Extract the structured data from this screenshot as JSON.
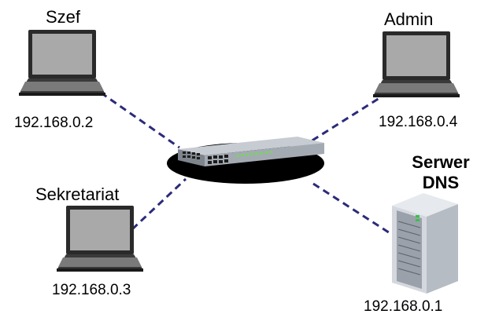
{
  "nodes": {
    "szef": {
      "name": "Szef",
      "ip": "192.168.0.2",
      "icon": "laptop-icon"
    },
    "admin": {
      "name": "Admin",
      "ip": "192.168.0.4",
      "icon": "laptop-icon"
    },
    "sekretariat": {
      "name": "Sekretariat",
      "ip": "192.168.0.3",
      "icon": "laptop-icon"
    },
    "server": {
      "name_line1": "Serwer",
      "name_line2": "DNS",
      "ip": "192.168.0.1",
      "icon": "server-tower-icon"
    }
  },
  "hub": {
    "icon": "network-switch-icon"
  },
  "colors": {
    "link": "#2b2b7a",
    "laptop_frame": "#2a2a2a",
    "laptop_screen": "#a9a9a9",
    "switch_body": "#9da3aa",
    "switch_shadow": "#000000",
    "switch_port_led": "#7ccf6a"
  }
}
